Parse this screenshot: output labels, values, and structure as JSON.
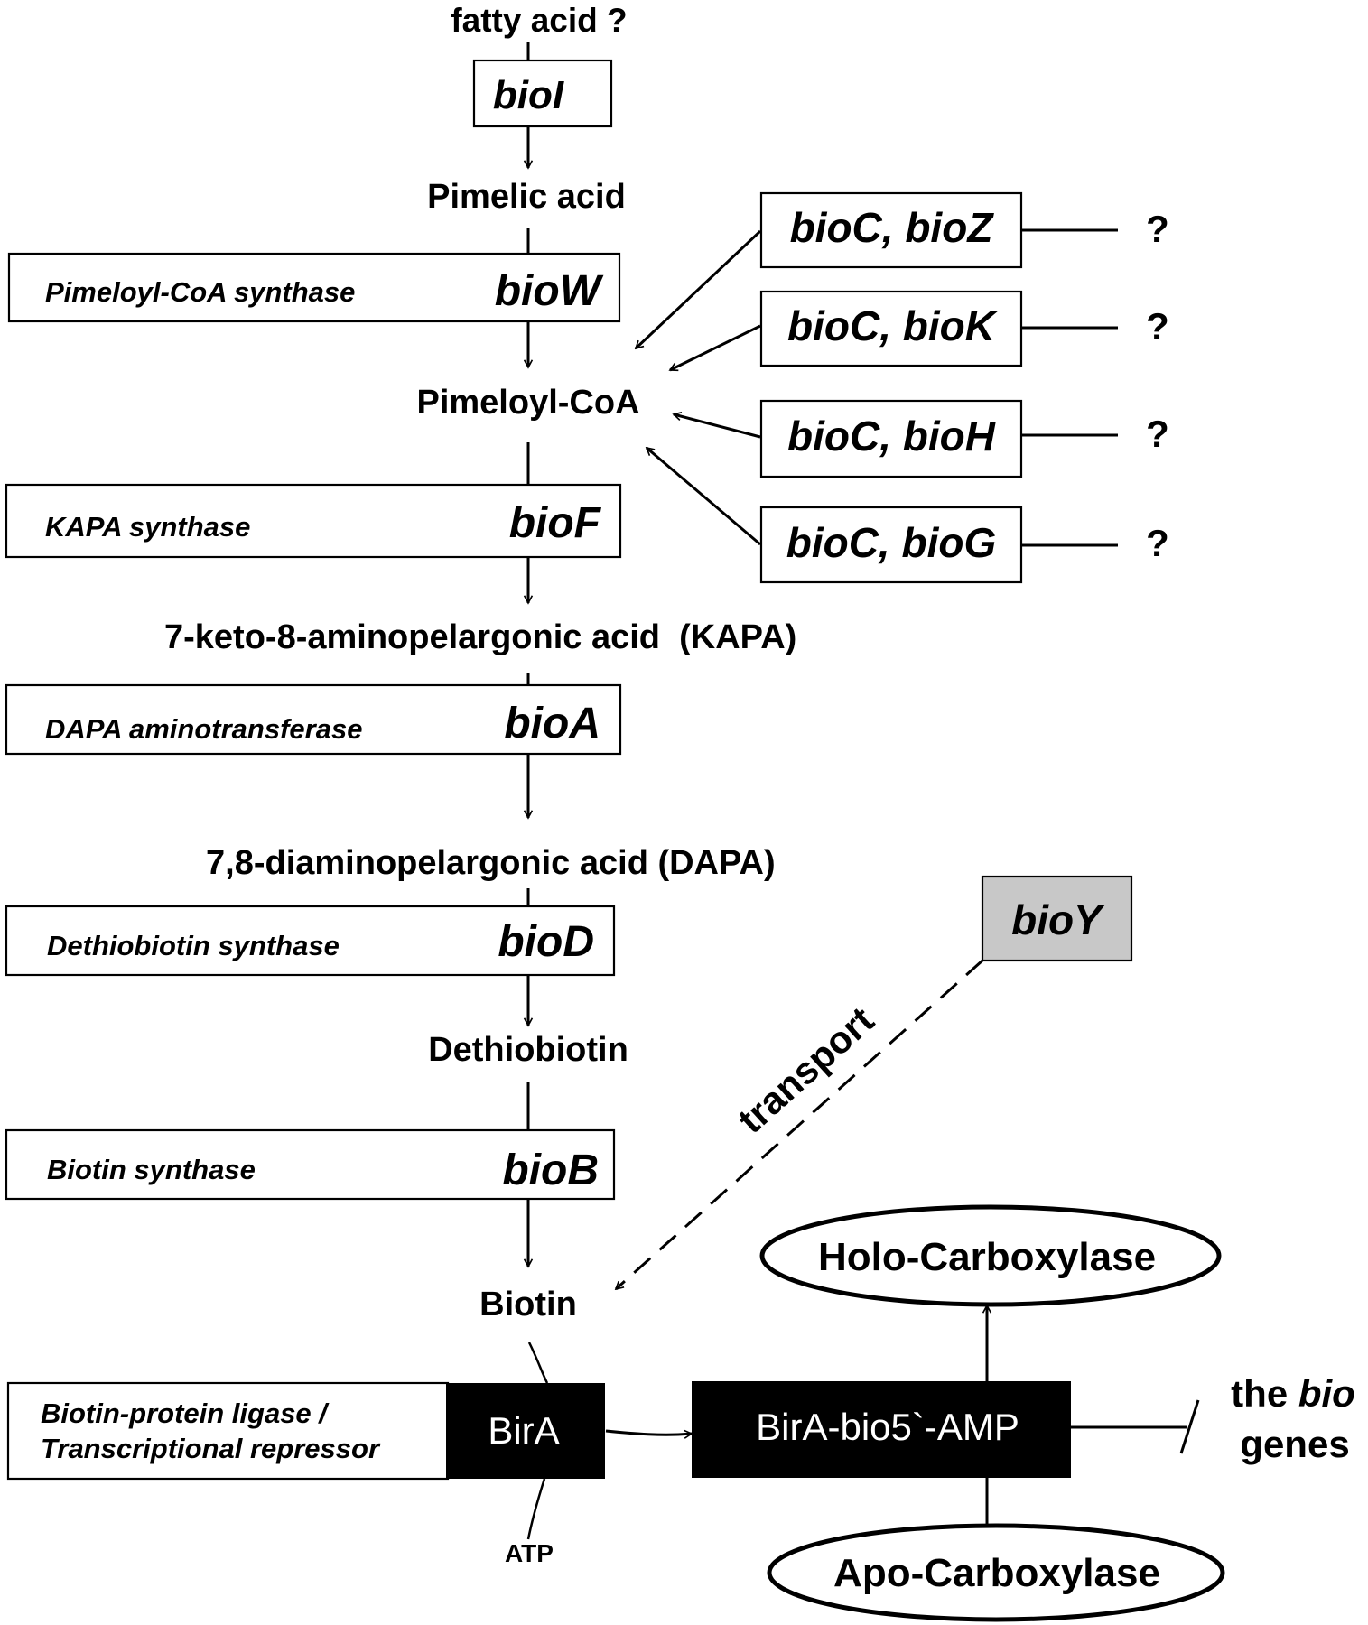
{
  "metabolites": {
    "fatty_acid": "fatty acid ?",
    "pimelic_acid": "Pimelic acid",
    "pimeloyl_coa": "Pimeloyl-CoA",
    "kapa": "7-keto-8-aminopelargonic acid  (KAPA)",
    "dapa": "7,8-diaminopelargonic acid (DAPA)",
    "dethiobiotin": "Dethiobiotin",
    "biotin": "Biotin",
    "atp": "ATP"
  },
  "genes": {
    "bioI": "bioI",
    "bioW": "bioW",
    "bioF": "bioF",
    "bioA": "bioA",
    "bioD": "bioD",
    "bioB": "bioB",
    "bioY": "bioY"
  },
  "enzymes": {
    "bioW": "Pimeloyl-CoA synthase",
    "bioF": "KAPA synthase",
    "bioA": "DAPA aminotransferase",
    "bioD": "Dethiobiotin synthase",
    "bioB": "Biotin synthase"
  },
  "alternatives": [
    {
      "label": "bioC, bioZ",
      "mark": "?"
    },
    {
      "label": "bioC, bioK",
      "mark": "?"
    },
    {
      "label": "bioC, bioH",
      "mark": "?"
    },
    {
      "label": "bioC, bioG",
      "mark": "?"
    }
  ],
  "transport_label": "transport",
  "bira": {
    "desc_line1": "Biotin-protein ligase /",
    "desc_line2": "Transcriptional repressor",
    "label": "BirA",
    "complex": "BirA-bio5`-AMP"
  },
  "carboxylase": {
    "holo": "Holo-Carboxylase",
    "apo": "Apo-Carboxylase"
  },
  "target": {
    "line1_prefix": "the ",
    "line1_italic": "bio",
    "line2": "genes"
  },
  "colors": {
    "gene_box_fill": "#ffffff",
    "bioY_fill": "#c8c8c8",
    "dark_box_fill": "#000000",
    "dark_box_text": "#ffffff"
  }
}
